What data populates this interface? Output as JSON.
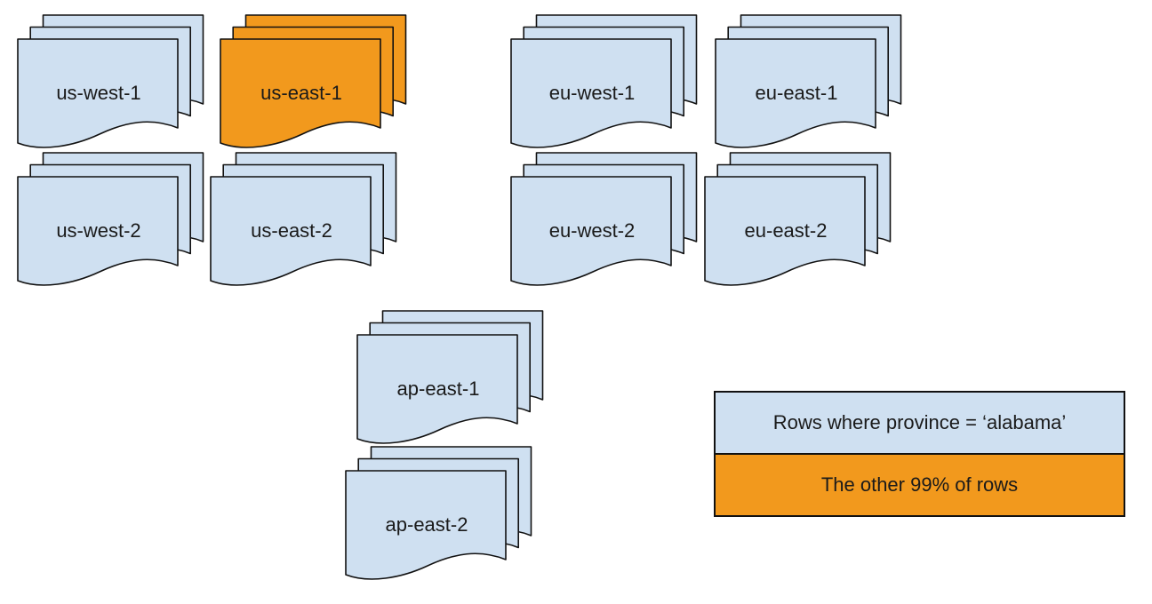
{
  "diagram": {
    "colors": {
      "blue": "#cfe0f1",
      "orange": "#f2991d",
      "outline": "#111111",
      "text": "#1a1a1a",
      "background": "#ffffff"
    },
    "stacks": [
      {
        "label": "us-west-1",
        "highlighted": false
      },
      {
        "label": "us-east-1",
        "highlighted": true
      },
      {
        "label": "eu-west-1",
        "highlighted": false
      },
      {
        "label": "eu-east-1",
        "highlighted": false
      },
      {
        "label": "us-west-2",
        "highlighted": false
      },
      {
        "label": "us-east-2",
        "highlighted": false
      },
      {
        "label": "eu-west-2",
        "highlighted": false
      },
      {
        "label": "eu-east-2",
        "highlighted": false
      },
      {
        "label": "ap-east-1",
        "highlighted": false
      },
      {
        "label": "ap-east-2",
        "highlighted": false
      }
    ],
    "legend": {
      "items": [
        {
          "label": "Rows where province = ‘alabama’",
          "swatch": "blue"
        },
        {
          "label": "The other 99% of rows",
          "swatch": "orange"
        }
      ]
    }
  }
}
